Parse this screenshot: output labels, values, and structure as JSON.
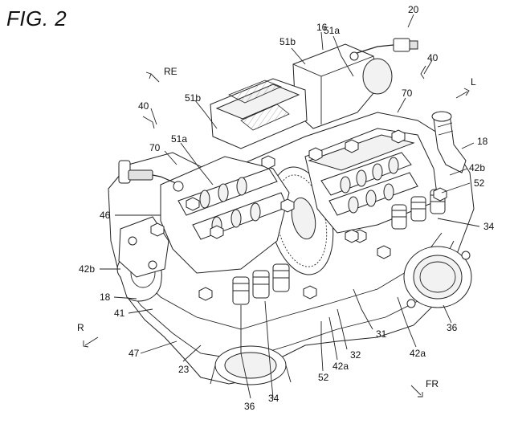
{
  "figure": {
    "title": "FIG. 2"
  },
  "directions": [
    {
      "id": "re",
      "label": "RE"
    },
    {
      "id": "l",
      "label": "L"
    },
    {
      "id": "r",
      "label": "R"
    },
    {
      "id": "fr",
      "label": "FR"
    }
  ],
  "labels": [
    "20",
    "16",
    "51b",
    "51a",
    "40",
    "40",
    "51b",
    "70",
    "70",
    "51a",
    "18",
    "42b",
    "52",
    "46",
    "34",
    "42b",
    "18",
    "41",
    "47",
    "23",
    "36",
    "34",
    "52",
    "42a",
    "32",
    "31",
    "42a",
    "36"
  ]
}
